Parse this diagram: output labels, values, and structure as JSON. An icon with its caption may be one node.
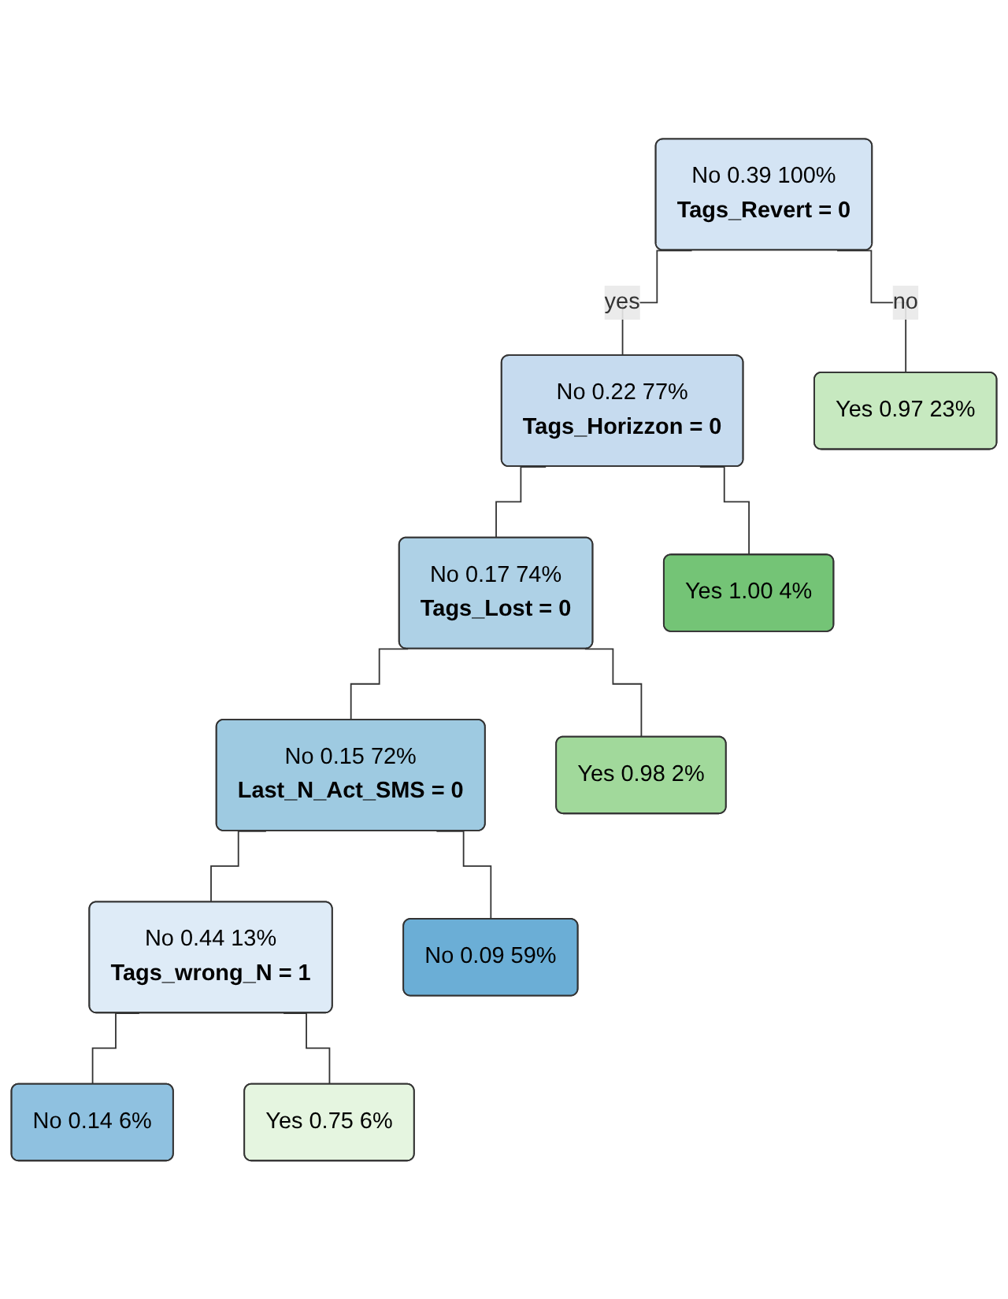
{
  "diagram": {
    "nodes": [
      {
        "text": [
          "No 0.39 100%",
          "Tags_Revert = 0"
        ]
      },
      {
        "text": [
          "No 0.22 77%",
          "Tags_Horizzon = 0"
        ]
      },
      {
        "text": [
          "No 0.17 74%",
          "Tags_Lost = 0"
        ]
      },
      {
        "text": [
          "No 0.15 72%",
          "Last_N_Act_SMS = 0"
        ]
      },
      {
        "text": [
          "No 0.44 13%",
          "Tags_wrong_N = 1"
        ]
      },
      {
        "text": [
          "No 0.09 59%"
        ]
      },
      {
        "text": [
          "No 0.14 6%"
        ]
      },
      {
        "text": [
          "Yes 0.75 6%"
        ]
      },
      {
        "text": [
          "Yes 0.98 2%"
        ]
      },
      {
        "text": [
          "Yes 1.00 4%"
        ]
      },
      {
        "text": [
          "Yes 0.97 23%"
        ]
      }
    ],
    "edges": [
      {
        "from": 0,
        "to": 1,
        "arrow": "none",
        "label": "yes"
      },
      {
        "from": 0,
        "to": 10,
        "arrow": "none",
        "label": "no"
      },
      {
        "from": 1,
        "to": 2,
        "arrow": "none"
      },
      {
        "from": 1,
        "to": 9,
        "arrow": "none"
      },
      {
        "from": 2,
        "to": 3,
        "arrow": "none"
      },
      {
        "from": 2,
        "to": 8,
        "arrow": "none"
      },
      {
        "from": 3,
        "to": 5,
        "arrow": "none"
      },
      {
        "from": 3,
        "to": 4,
        "arrow": "none"
      },
      {
        "from": 4,
        "to": 6,
        "arrow": "none"
      },
      {
        "from": 4,
        "to": 7,
        "arrow": "none"
      }
    ]
  }
}
